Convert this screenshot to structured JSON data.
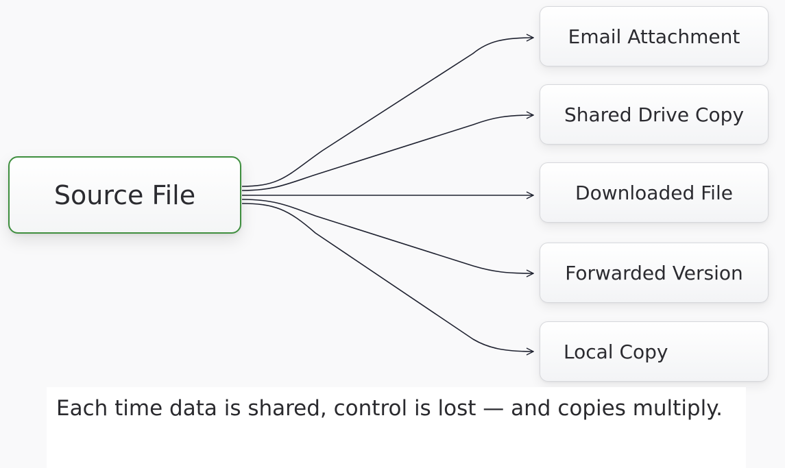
{
  "diagram": {
    "source": {
      "label": "Source File"
    },
    "destinations": [
      {
        "label": "Email Attachment"
      },
      {
        "label": "Shared Drive Copy"
      },
      {
        "label": "Downloaded File"
      },
      {
        "label": "Forwarded Version"
      },
      {
        "label": "Local Copy"
      }
    ],
    "caption": "Each time data is shared, control is lost — and copies multiply."
  },
  "colors": {
    "source_border": "#3e8e3e",
    "connector": "#1f2230",
    "background": "#f9f9fa"
  }
}
